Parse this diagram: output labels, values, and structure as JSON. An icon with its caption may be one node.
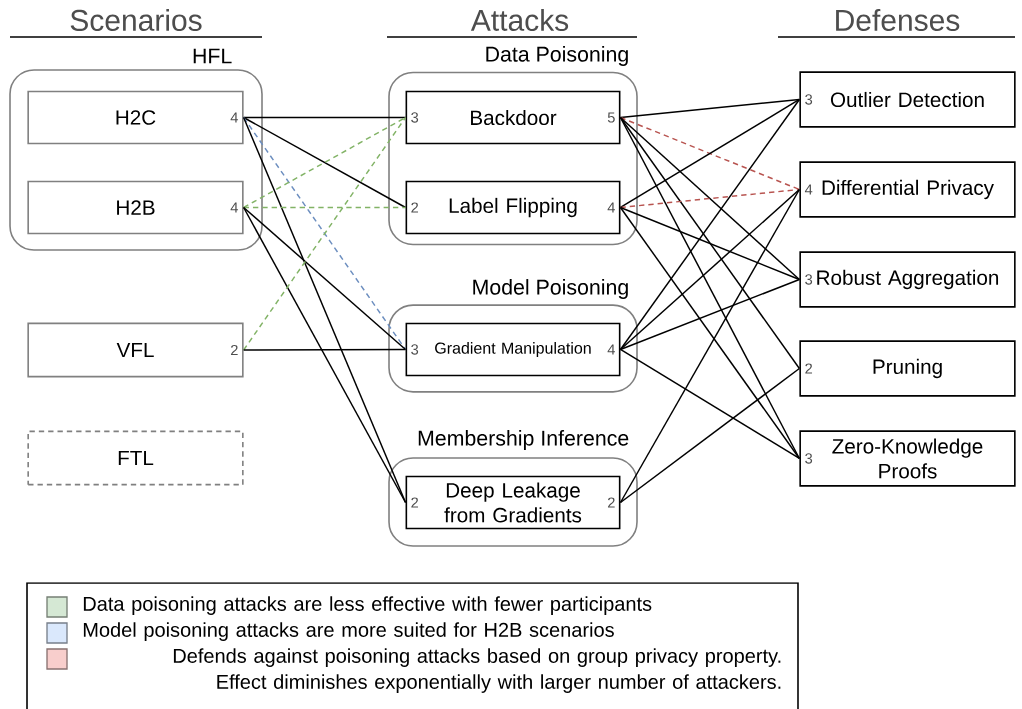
{
  "diagram": {
    "nodes": [
      {
        "text": [
          "HFL"
        ]
      },
      {
        "text": [
          "H2C",
          "4"
        ],
        "in": 0
      },
      {
        "text": [
          "H2B",
          "4"
        ],
        "in": 0
      },
      {
        "text": [
          "VFL",
          "2"
        ]
      },
      {
        "text": [
          "FTL"
        ]
      },
      {
        "text": [
          "Data Poisoning"
        ]
      },
      {
        "text": [
          "3",
          "Backdoor",
          "5"
        ],
        "in": 5
      },
      {
        "text": [
          "2",
          "Label Flipping",
          "4"
        ],
        "in": 5
      },
      {
        "text": [
          "Model Poisoning"
        ]
      },
      {
        "text": [
          "3",
          "Gradient Manipulation",
          "4"
        ],
        "in": 8
      },
      {
        "text": [
          "Membership Inference"
        ]
      },
      {
        "text": [
          "2",
          "Deep Leakage from Gradients",
          "2"
        ],
        "in": 10
      },
      {
        "text": [
          "3",
          "Outlier Detection"
        ]
      },
      {
        "text": [
          "4",
          "Differential Privacy"
        ]
      },
      {
        "text": [
          "3",
          "Robust Aggregation"
        ]
      },
      {
        "text": [
          "2",
          "Pruning"
        ]
      },
      {
        "text": [
          "3",
          "Zero-Knowledge Proofs"
        ]
      }
    ],
    "edges": [
      {
        "from": 1,
        "to": 6,
        "arrow": "none"
      },
      {
        "from": 1,
        "to": 7,
        "arrow": "none"
      },
      {
        "from": 1,
        "to": 9,
        "arrow": "none",
        "style": "dashed",
        "color": "#6c8ebf"
      },
      {
        "from": 1,
        "to": 11,
        "arrow": "none"
      },
      {
        "from": 2,
        "to": 6,
        "arrow": "none",
        "style": "dashed",
        "color": "#82b366"
      },
      {
        "from": 2,
        "to": 7,
        "arrow": "none",
        "style": "dashed",
        "color": "#82b366"
      },
      {
        "from": 2,
        "to": 9,
        "arrow": "none"
      },
      {
        "from": 2,
        "to": 11,
        "arrow": "none"
      },
      {
        "from": 3,
        "to": 6,
        "arrow": "none",
        "style": "dashed",
        "color": "#82b366"
      },
      {
        "from": 3,
        "to": 9,
        "arrow": "none"
      },
      {
        "from": 6,
        "to": 12,
        "arrow": "none"
      },
      {
        "from": 6,
        "to": 13,
        "arrow": "none",
        "style": "dashed",
        "color": "#b85450"
      },
      {
        "from": 6,
        "to": 14,
        "arrow": "none"
      },
      {
        "from": 6,
        "to": 15,
        "arrow": "none"
      },
      {
        "from": 6,
        "to": 16,
        "arrow": "none"
      },
      {
        "from": 7,
        "to": 12,
        "arrow": "none"
      },
      {
        "from": 7,
        "to": 13,
        "arrow": "none",
        "style": "dashed",
        "color": "#b85450"
      },
      {
        "from": 7,
        "to": 14,
        "arrow": "none"
      },
      {
        "from": 7,
        "to": 16,
        "arrow": "none"
      },
      {
        "from": 9,
        "to": 12,
        "arrow": "none"
      },
      {
        "from": 9,
        "to": 13,
        "arrow": "none"
      },
      {
        "from": 9,
        "to": 14,
        "arrow": "none"
      },
      {
        "from": 9,
        "to": 16,
        "arrow": "none"
      },
      {
        "from": 11,
        "to": 13,
        "arrow": "none"
      },
      {
        "from": 11,
        "to": 15,
        "arrow": "none"
      }
    ],
    "labels": [
      "Scenarios",
      "Attacks",
      "Defenses"
    ],
    "legend": [
      {
        "text": "Data poisoning attacks are less effective with fewer participants",
        "color": "#d5e8d4"
      },
      {
        "text": "Model poisoning attacks are more suited for H2B scenarios",
        "color": "#dae8fc"
      },
      {
        "text": "Defends against poisoning attacks based on group privacy property. Effect diminishes exponentially with larger number of attackers.",
        "color": "#f8cecc"
      }
    ]
  }
}
